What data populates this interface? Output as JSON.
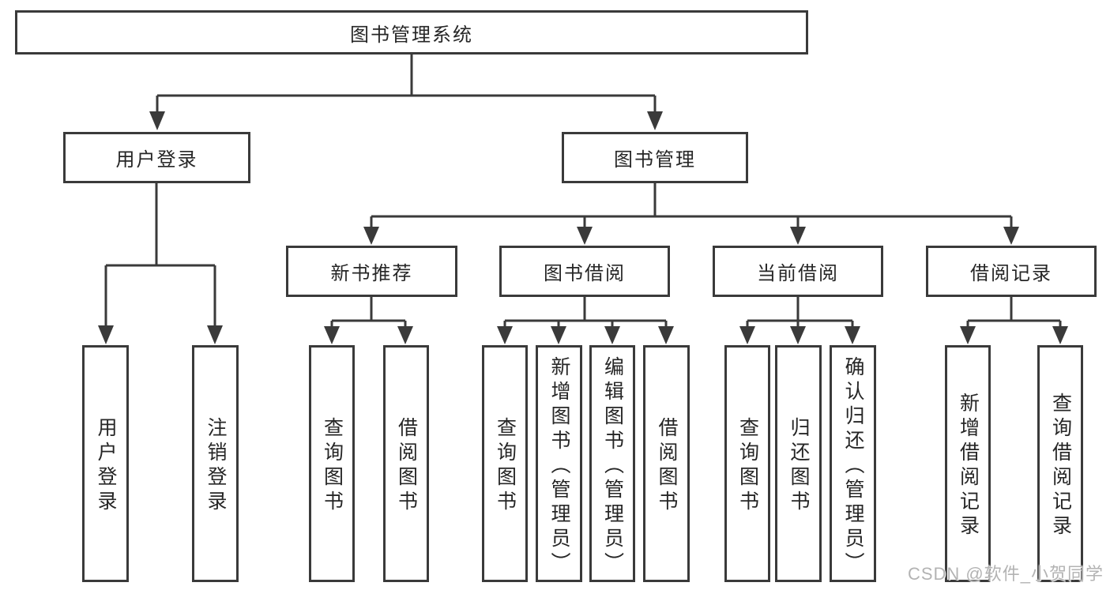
{
  "diagram_type": "feature-tree",
  "tree": {
    "label": "图书管理系统",
    "children": [
      {
        "label": "用户登录",
        "children": [
          {
            "label": "用户登录"
          },
          {
            "label": "注销登录"
          }
        ]
      },
      {
        "label": "图书管理",
        "children": [
          {
            "label": "新书推荐",
            "children": [
              {
                "label": "查询图书"
              },
              {
                "label": "借阅图书"
              }
            ]
          },
          {
            "label": "图书借阅",
            "children": [
              {
                "label": "查询图书"
              },
              {
                "label": "新增图书（管理员）"
              },
              {
                "label": "编辑图书（管理员）"
              },
              {
                "label": "借阅图书"
              }
            ]
          },
          {
            "label": "当前借阅",
            "children": [
              {
                "label": "查询图书"
              },
              {
                "label": "归还图书"
              },
              {
                "label": "确认归还（管理员）"
              }
            ]
          },
          {
            "label": "借阅记录",
            "children": [
              {
                "label": "新增借阅记录"
              },
              {
                "label": "查询借阅记录"
              }
            ]
          }
        ]
      }
    ]
  },
  "watermark": {
    "text": "CSDN @软件_小贺同学"
  },
  "colors": {
    "line": "#3a3a3a",
    "box_border": "#3a3a3a",
    "text": "#262626",
    "watermark": "#b3b3b3",
    "background": "#ffffff"
  }
}
